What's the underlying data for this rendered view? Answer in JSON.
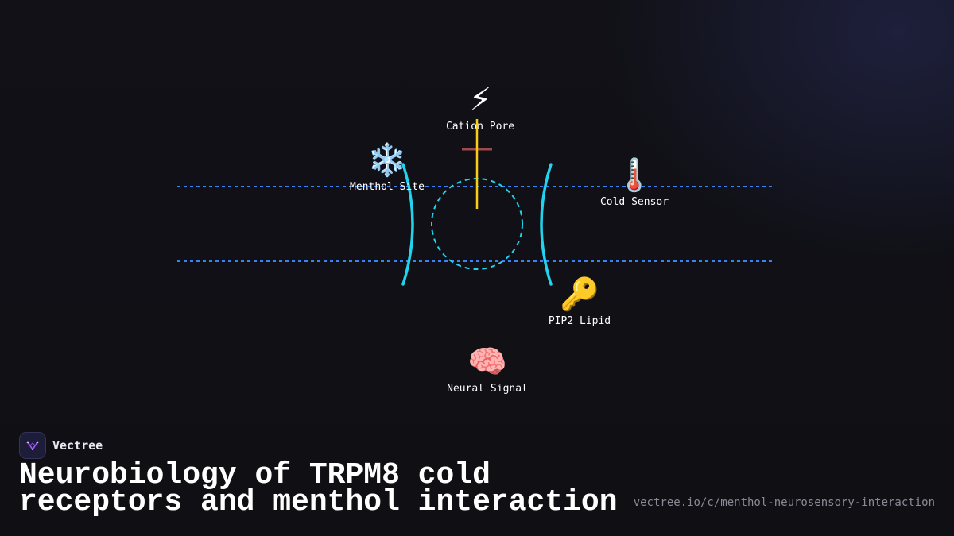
{
  "diagram": {
    "nodes": {
      "cation_pore": {
        "icon": "lightning-icon",
        "emoji": "⚡",
        "label": "Cation Pore"
      },
      "menthol_site": {
        "icon": "snowflake-icon",
        "emoji": "❄️",
        "label": "Menthol Site"
      },
      "cold_sensor": {
        "icon": "thermometer-icon",
        "emoji": "🌡️",
        "label": "Cold Sensor"
      },
      "pip2_lipid": {
        "icon": "key-icon",
        "emoji": "🔑",
        "label": "PIP2 Lipid"
      },
      "neural_signal": {
        "icon": "brain-icon",
        "emoji": "🧠",
        "label": "Neural Signal"
      }
    },
    "colors": {
      "membrane_line": "#3b82f6",
      "channel_wall": "#22d3ee",
      "pore_ring": "#22d3ee",
      "pore_axis": "#facc15",
      "gate_bar": "#9b4a4a"
    }
  },
  "footer": {
    "brand_name": "Vectree",
    "title": "Neurobiology of TRPM8 cold receptors and menthol interaction",
    "url": "vectree.io/c/menthol-neurosensory-interaction"
  }
}
